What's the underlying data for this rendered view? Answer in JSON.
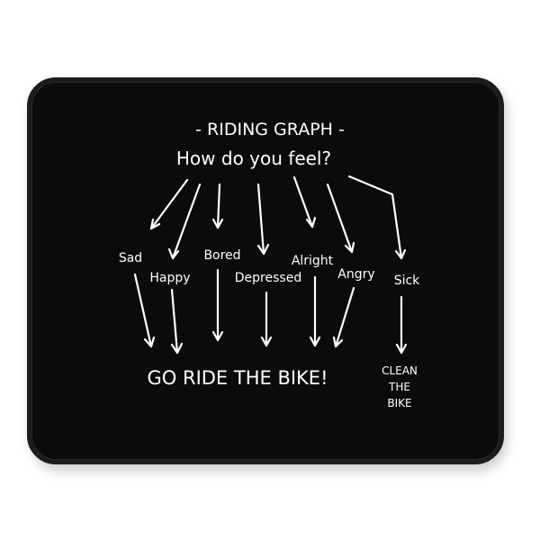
{
  "diagram": {
    "title": "- RIDING GRAPH -",
    "question": "How do you feel?",
    "feelings": [
      {
        "label": "Sad"
      },
      {
        "label": "Happy"
      },
      {
        "label": "Bored"
      },
      {
        "label": "Depressed"
      },
      {
        "label": "Alright"
      },
      {
        "label": "Angry"
      },
      {
        "label": "Sick"
      }
    ],
    "outcome_main": "GO RIDE THE BIKE!",
    "outcome_sick": [
      "CLEAN",
      "THE",
      "BIKE"
    ]
  },
  "colors": {
    "mat": "#0b0b0b",
    "ink": "#ffffff"
  }
}
